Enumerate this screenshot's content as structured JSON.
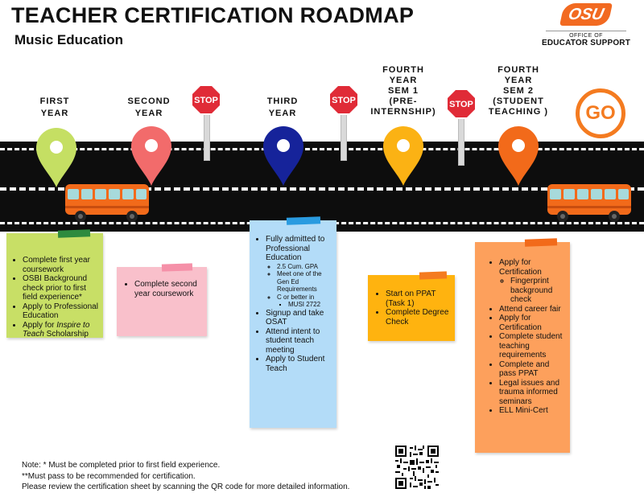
{
  "header": {
    "title": "TEACHER CERTIFICATION ROADMAP",
    "subtitle": "Music Education"
  },
  "logo": {
    "mark": "OSU",
    "line1": "OFFICE OF",
    "line2": "EDUCATOR SUPPORT"
  },
  "stages": {
    "first": [
      "FIRST",
      "YEAR"
    ],
    "second": [
      "SECOND",
      "YEAR"
    ],
    "third": [
      "THIRD",
      "YEAR"
    ],
    "fourth1": [
      "FOURTH",
      "YEAR",
      "SEM 1",
      "(PRE-",
      "INTERNSHIP)"
    ],
    "fourth2": [
      "FOURTH",
      "YEAR",
      "SEM 2",
      "(STUDENT",
      "TEACHING )"
    ]
  },
  "stop_label": "STOP",
  "go_label": "GO",
  "notes": {
    "first": [
      "Complete first year coursework",
      "OSBI Background check prior to first field experience*",
      "Apply to Professional Education"
    ],
    "first_last": {
      "pre": "Apply for ",
      "em": "Inspire to Teach",
      "post": " Scholarship"
    },
    "second": [
      "Complete second year coursework"
    ],
    "third": {
      "admitted": "Fully admitted to Professional Education",
      "gpa": "2.5 Cum. GPA",
      "gen_ed": "Meet one of the Gen Ed Requirements",
      "c_better": "C or better in",
      "musi": "MUSI 2722",
      "rest": [
        "Signup and take OSAT",
        "Attend intent to student teach meeting",
        "Apply to Student Teach"
      ]
    },
    "fourth1": [
      "Start on PPAT (Task 1)",
      "Complete Degree Check"
    ],
    "fourth2": {
      "apply_cert": "Apply for Certification",
      "fingerprint": "Fingerprint background check",
      "rest": [
        "Attend career fair",
        "Apply for Certification",
        "Complete student teaching requirements",
        "Complete and pass PPAT",
        "Legal issues and trauma informed seminars",
        "ELL Mini-Cert"
      ]
    }
  },
  "footer": [
    "Note: * Must be completed prior to first field experience.",
    "**Must pass to be recommended for certification.",
    "Please review the certification sheet by scanning the QR code for more detailed information."
  ],
  "colors": {
    "pin_first": "#c5df63",
    "pin_second": "#f26b6b",
    "pin_third": "#16239a",
    "pin_fourth1": "#fbb214",
    "pin_fourth2": "#f26a1a",
    "note_first": "#c8df66",
    "note_second": "#f9c0cb",
    "note_third": "#b3dcf8",
    "note_fourth1": "#ffb30f",
    "note_fourth2": "#fda05c",
    "stop": "#e02b37",
    "go": "#f47b20",
    "bus": "#f26a1a"
  }
}
